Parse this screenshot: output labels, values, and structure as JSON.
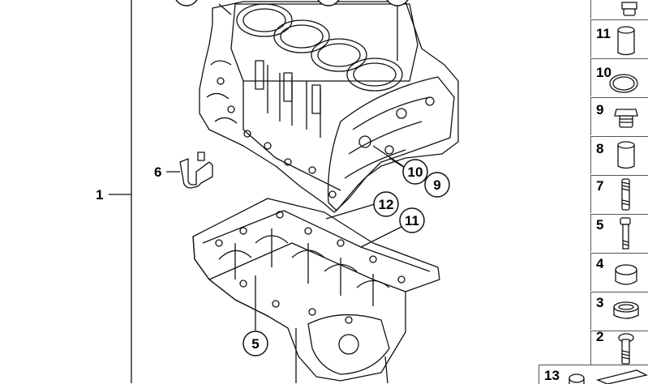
{
  "callouts": {
    "main_label": "1",
    "sensor_label": "6",
    "circled": [
      "10",
      "9",
      "12",
      "11",
      "5"
    ]
  },
  "sidebar": {
    "items": [
      {
        "num": ""
      },
      {
        "num": "11"
      },
      {
        "num": "10"
      },
      {
        "num": "9"
      },
      {
        "num": "8"
      },
      {
        "num": "7"
      },
      {
        "num": "5"
      },
      {
        "num": "4"
      },
      {
        "num": "3"
      },
      {
        "num": "2"
      },
      {
        "num": "13"
      }
    ]
  }
}
